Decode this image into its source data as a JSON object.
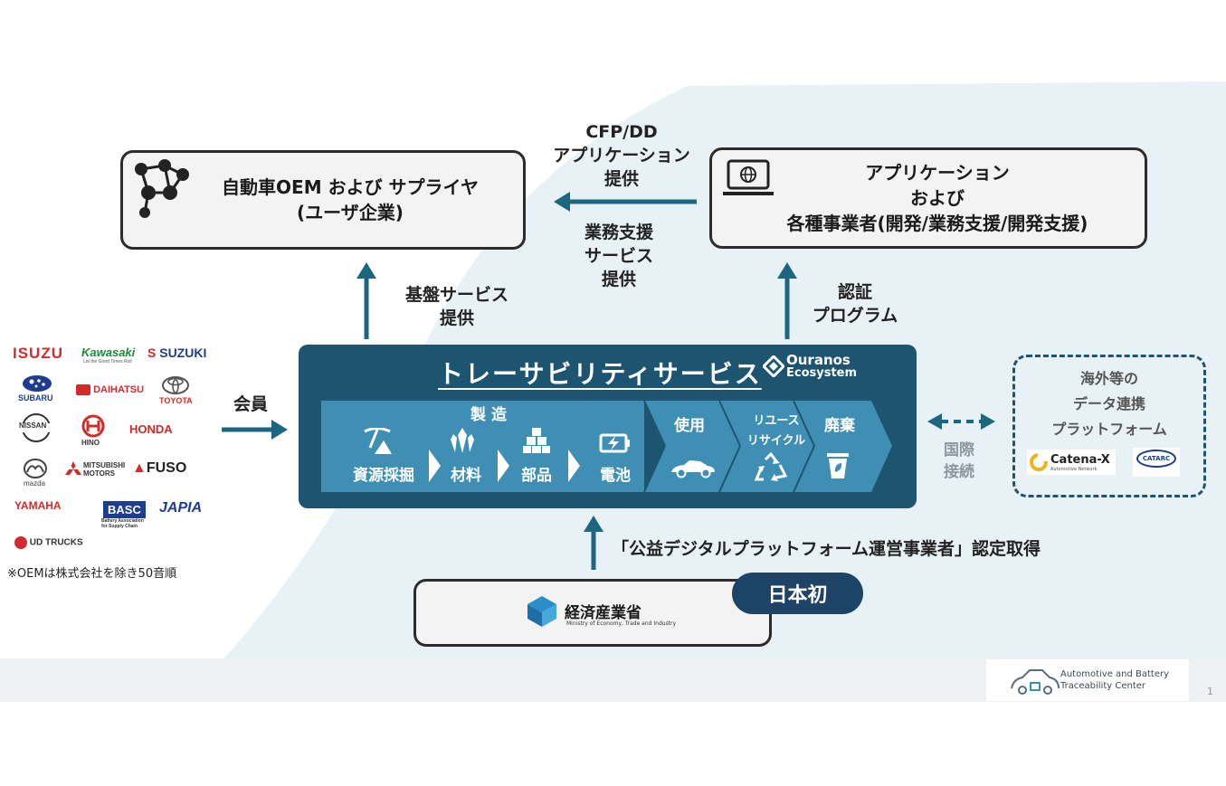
{
  "oem_box": {
    "line1": "自動車OEM および サプライヤ",
    "line2": "(ユーザ企業)"
  },
  "app_box": {
    "line1": "アプリケーション",
    "line2": "および",
    "line3": "各種事業者(開発/業務支援/開発支援)"
  },
  "flows": {
    "cfp": [
      "CFP/DD",
      "アプリケーション",
      "提供"
    ],
    "business": [
      "業務支援",
      "サービス",
      "提供"
    ],
    "base": [
      "基盤サービス",
      "提供"
    ],
    "cert": [
      "認証",
      "プログラム"
    ],
    "member": "会員",
    "intl": [
      "国際",
      "接続"
    ],
    "public_cert": "「公益デジタルプラットフォーム運営事業者」認定取得"
  },
  "trace": {
    "title": "トレーサビリティサービス",
    "ouranos": [
      "Ouranos",
      "Ecosystem"
    ],
    "manufacturing": "製 造",
    "steps": [
      "資源採掘",
      "材料",
      "部品",
      "電池",
      "使用",
      "リユース",
      "リサイクル",
      "廃棄"
    ]
  },
  "members": {
    "logos": [
      "ISUZU",
      "Kawasaki",
      "Let the Good Times Roll",
      "SUZUKI",
      "SUBARU",
      "DAIHATSU",
      "TOYOTA",
      "NISSAN",
      "HINO",
      "HONDA",
      "mazda",
      "MITSUBISHI",
      "MOTORS",
      "FUSO",
      "YAMAHA",
      "BASC",
      "Battery Association",
      "for Supply Chain",
      "JAPIA",
      "UD TRUCKS"
    ],
    "note": "※OEMは株式会社を除き50音順"
  },
  "overseas": {
    "lines": [
      "海外等の",
      "データ連携",
      "プラットフォーム"
    ],
    "catena": "Catena-X",
    "catena_sub": "Automotive Network",
    "catarc": "CATARC"
  },
  "meti": {
    "name": "経済産業省",
    "sub": "Ministry of Economy, Trade and Industry",
    "badge": "日本初"
  },
  "footer": {
    "logo_line1": "Automotive and Battery",
    "logo_line2": "Traceability Center",
    "page": "1"
  },
  "colors": {
    "navy": "#1d5470",
    "step": "#3f8fb5",
    "arrow": "#1d6680",
    "badge": "#1d4466"
  }
}
